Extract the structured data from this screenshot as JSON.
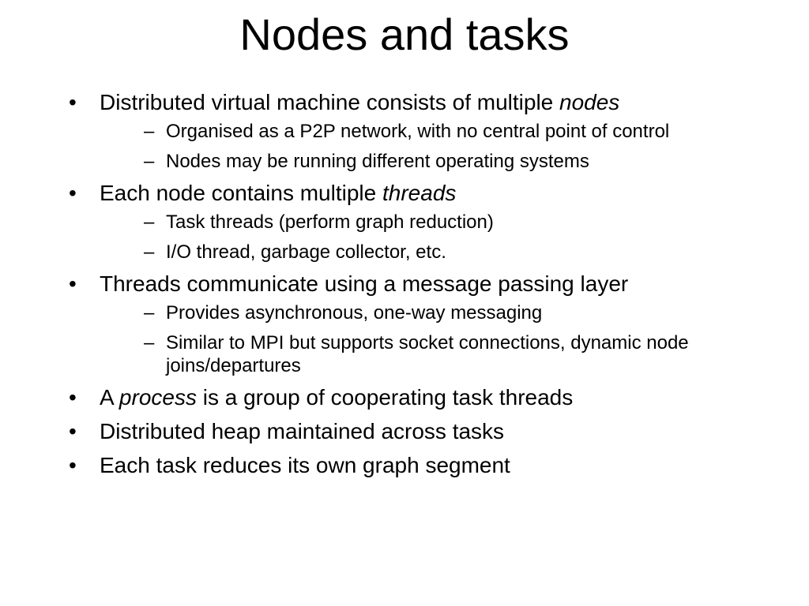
{
  "title": "Nodes and tasks",
  "bullet_marker": "•",
  "sub_marker": "–",
  "bullets": [
    {
      "before": "Distributed virtual machine consists of multiple ",
      "em": "nodes",
      "after": "",
      "subs": [
        "Organised as a P2P network, with no central point of control",
        "Nodes may be running different operating systems"
      ]
    },
    {
      "before": "Each node contains multiple ",
      "em": "threads",
      "after": "",
      "subs": [
        "Task threads (perform graph reduction)",
        "I/O thread, garbage collector, etc."
      ]
    },
    {
      "before": "Threads communicate using a message passing layer",
      "em": "",
      "after": "",
      "subs": [
        "Provides asynchronous, one-way messaging",
        "Similar to MPI but supports socket connections, dynamic node joins/departures"
      ]
    },
    {
      "before": "A ",
      "em": "process",
      "after": " is a group of cooperating task threads",
      "subs": []
    },
    {
      "before": "Distributed heap maintained across tasks",
      "em": "",
      "after": "",
      "subs": []
    },
    {
      "before": "Each task reduces its own graph segment",
      "em": "",
      "after": "",
      "subs": []
    }
  ]
}
